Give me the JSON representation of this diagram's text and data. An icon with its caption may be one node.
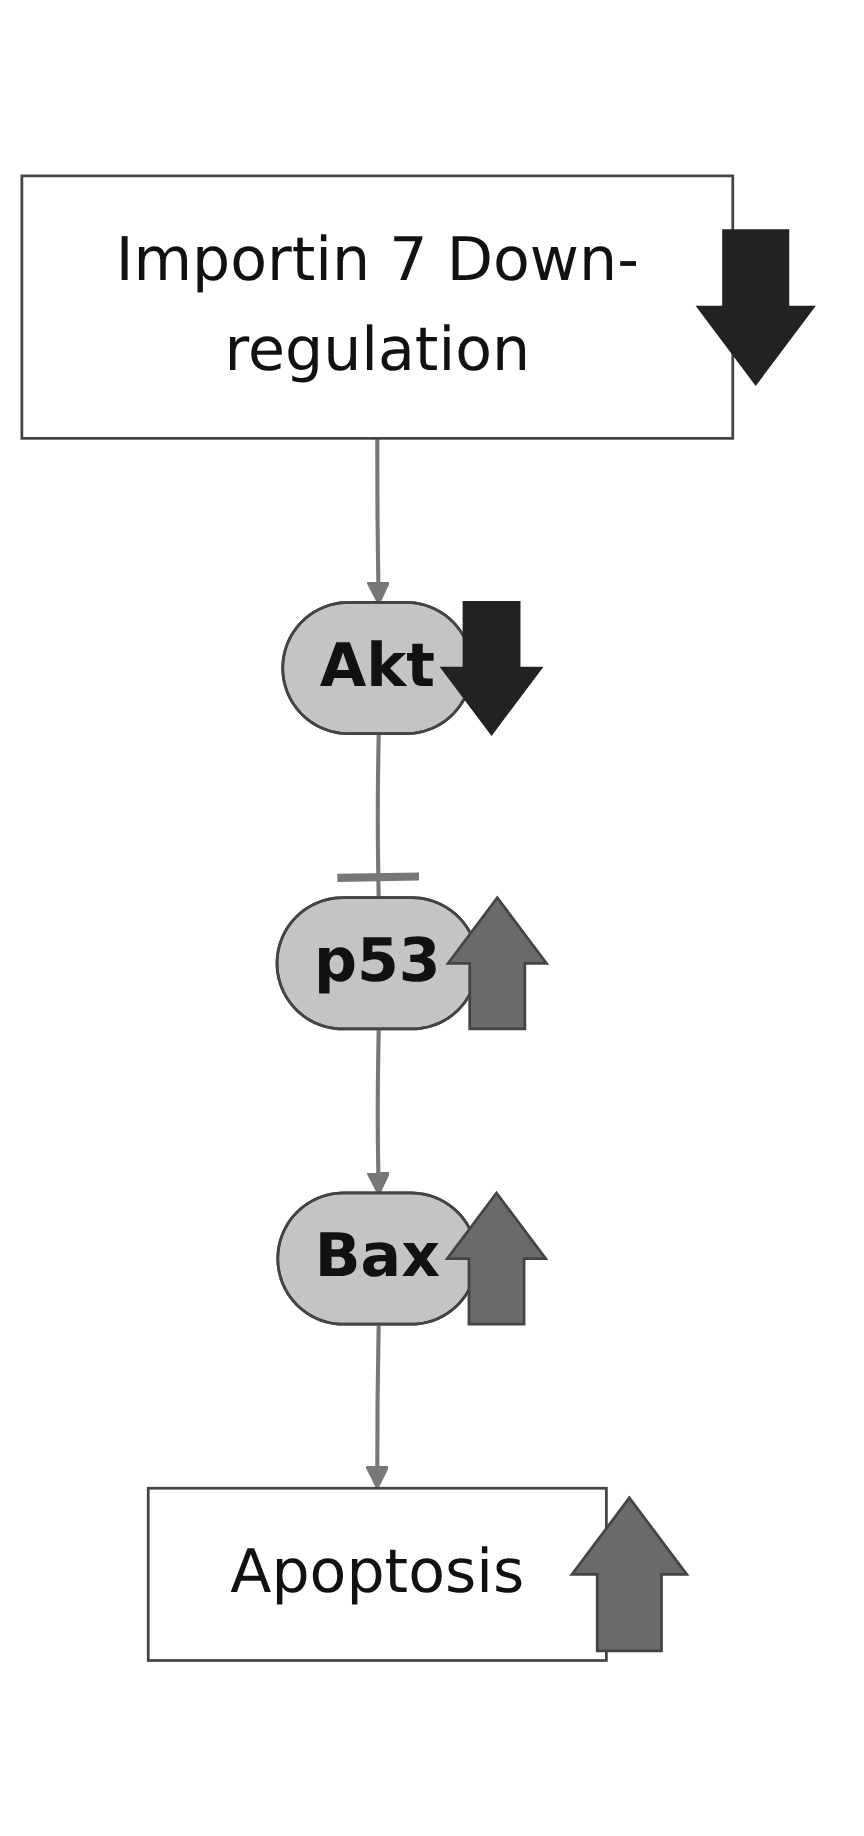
{
  "diagram": {
    "nodes": [
      {
        "text": [
          "Importin 7 Down-regulation"
        ]
      },
      {
        "text": [
          "Akt"
        ]
      },
      {
        "text": [
          "p53"
        ]
      },
      {
        "text": [
          "Bax"
        ]
      },
      {
        "text": [
          "Apoptosis"
        ]
      }
    ],
    "edges": [
      {
        "from": 0,
        "to": 1,
        "arrow": "to"
      },
      {
        "from": 1,
        "to": 2,
        "arrow": "other"
      },
      {
        "from": 2,
        "to": 3,
        "arrow": "to"
      },
      {
        "from": 3,
        "to": 4,
        "arrow": "to"
      }
    ]
  }
}
